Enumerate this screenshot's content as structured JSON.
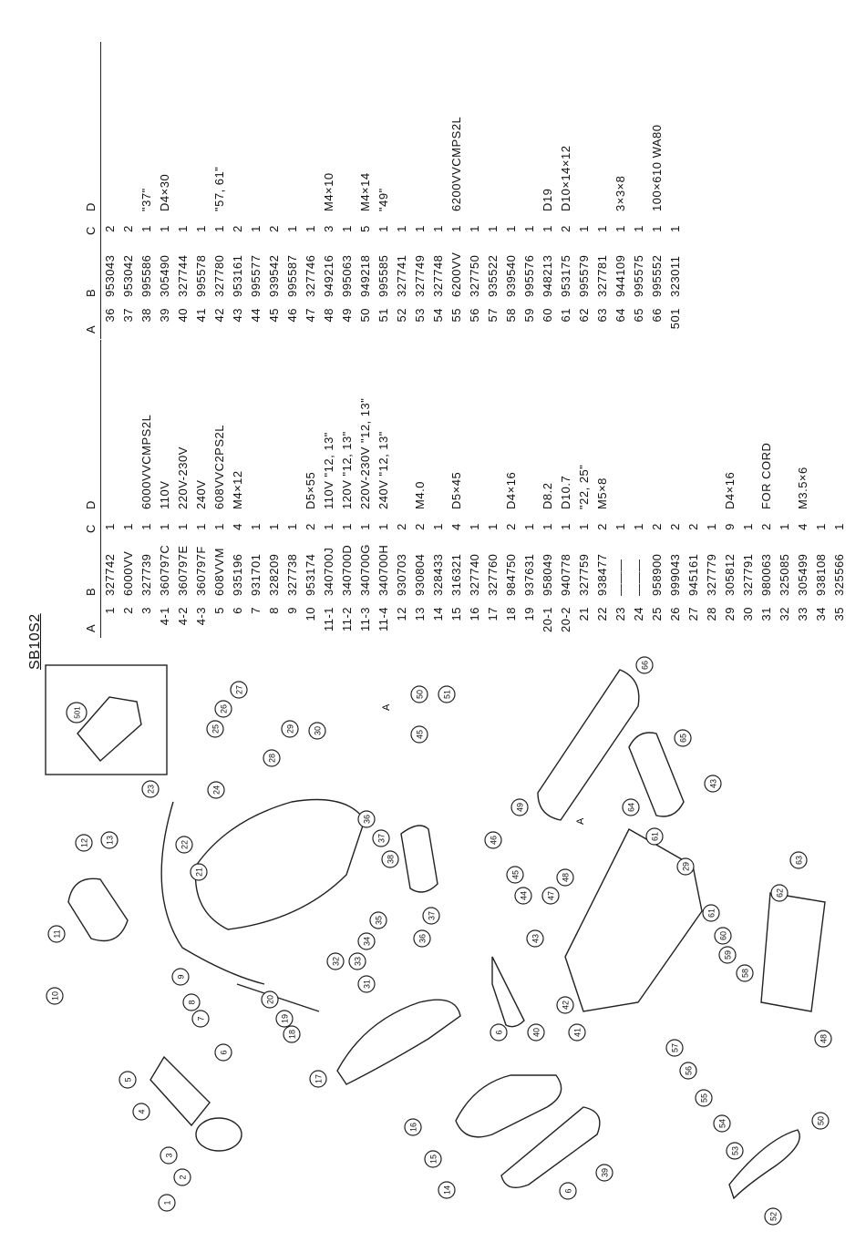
{
  "model": "SB10S2",
  "headers": [
    "A",
    "B",
    "C",
    "D"
  ],
  "left_table": [
    {
      "a": "1",
      "b": "327742",
      "c": "1",
      "d": ""
    },
    {
      "a": "2",
      "b": "6000VV",
      "c": "1",
      "d": ""
    },
    {
      "a": "3",
      "b": "327739",
      "c": "1",
      "d": "6000VVCMPS2L"
    },
    {
      "a": "4-1",
      "b": "360797C",
      "c": "1",
      "d": "110V"
    },
    {
      "a": "4-2",
      "b": "360797E",
      "c": "1",
      "d": "220V-230V"
    },
    {
      "a": "4-3",
      "b": "360797F",
      "c": "1",
      "d": "240V"
    },
    {
      "a": "5",
      "b": "608VVM",
      "c": "1",
      "d": "608VVC2PS2L"
    },
    {
      "a": "6",
      "b": "935196",
      "c": "4",
      "d": "M4×12"
    },
    {
      "a": "7",
      "b": "931701",
      "c": "1",
      "d": ""
    },
    {
      "a": "8",
      "b": "328209",
      "c": "1",
      "d": ""
    },
    {
      "a": "9",
      "b": "327738",
      "c": "1",
      "d": ""
    },
    {
      "a": "10",
      "b": "953174",
      "c": "2",
      "d": "D5×55"
    },
    {
      "a": "11-1",
      "b": "340700J",
      "c": "1",
      "d": "110V  \"12,  13\""
    },
    {
      "a": "11-2",
      "b": "340700D",
      "c": "1",
      "d": "120V  \"12,  13\""
    },
    {
      "a": "11-3",
      "b": "340700G",
      "c": "1",
      "d": "220V-230V  \"12,  13\""
    },
    {
      "a": "11-4",
      "b": "340700H",
      "c": "1",
      "d": "240V  \"12,  13\""
    },
    {
      "a": "12",
      "b": "930703",
      "c": "2",
      "d": ""
    },
    {
      "a": "13",
      "b": "930804",
      "c": "2",
      "d": "M4.0"
    },
    {
      "a": "14",
      "b": "328433",
      "c": "1",
      "d": ""
    },
    {
      "a": "15",
      "b": "316321",
      "c": "4",
      "d": "D5×45"
    },
    {
      "a": "16",
      "b": "327740",
      "c": "1",
      "d": ""
    },
    {
      "a": "17",
      "b": "327760",
      "c": "1",
      "d": ""
    },
    {
      "a": "18",
      "b": "984750",
      "c": "2",
      "d": "D4×16"
    },
    {
      "a": "19",
      "b": "937631",
      "c": "1",
      "d": ""
    },
    {
      "a": "20-1",
      "b": "958049",
      "c": "1",
      "d": "D8.2"
    },
    {
      "a": "20-2",
      "b": "940778",
      "c": "1",
      "d": "D10.7"
    },
    {
      "a": "21",
      "b": "327759",
      "c": "1",
      "d": "\"22,  25\""
    },
    {
      "a": "22",
      "b": "938477",
      "c": "2",
      "d": "M5×8"
    },
    {
      "a": "23",
      "b": "———",
      "c": "1",
      "d": ""
    },
    {
      "a": "24",
      "b": "———",
      "c": "1",
      "d": ""
    },
    {
      "a": "25",
      "b": "958900",
      "c": "2",
      "d": ""
    },
    {
      "a": "26",
      "b": "999043",
      "c": "2",
      "d": ""
    },
    {
      "a": "27",
      "b": "945161",
      "c": "2",
      "d": ""
    },
    {
      "a": "28",
      "b": "327779",
      "c": "1",
      "d": ""
    },
    {
      "a": "29",
      "b": "305812",
      "c": "9",
      "d": "D4×16"
    },
    {
      "a": "30",
      "b": "327791",
      "c": "1",
      "d": ""
    },
    {
      "a": "31",
      "b": "980063",
      "c": "2",
      "d": "FOR  CORD"
    },
    {
      "a": "32",
      "b": "325085",
      "c": "1",
      "d": ""
    },
    {
      "a": "33",
      "b": "305499",
      "c": "4",
      "d": "M3.5×6"
    },
    {
      "a": "34",
      "b": "938108",
      "c": "1",
      "d": ""
    },
    {
      "a": "35",
      "b": "325566",
      "c": "1",
      "d": ""
    }
  ],
  "right_table": [
    {
      "a": "36",
      "b": "953043",
      "c": "2",
      "d": ""
    },
    {
      "a": "37",
      "b": "953042",
      "c": "2",
      "d": ""
    },
    {
      "a": "38",
      "b": "995586",
      "c": "1",
      "d": "\"37\""
    },
    {
      "a": "39",
      "b": "305490",
      "c": "1",
      "d": "D4×30"
    },
    {
      "a": "40",
      "b": "327744",
      "c": "1",
      "d": ""
    },
    {
      "a": "41",
      "b": "995578",
      "c": "1",
      "d": ""
    },
    {
      "a": "42",
      "b": "327780",
      "c": "1",
      "d": "\"57,  61\""
    },
    {
      "a": "43",
      "b": "953161",
      "c": "2",
      "d": ""
    },
    {
      "a": "44",
      "b": "995577",
      "c": "1",
      "d": ""
    },
    {
      "a": "45",
      "b": "939542",
      "c": "2",
      "d": ""
    },
    {
      "a": "46",
      "b": "995587",
      "c": "1",
      "d": ""
    },
    {
      "a": "47",
      "b": "327746",
      "c": "1",
      "d": ""
    },
    {
      "a": "48",
      "b": "949216",
      "c": "3",
      "d": "M4×10"
    },
    {
      "a": "49",
      "b": "995063",
      "c": "1",
      "d": ""
    },
    {
      "a": "50",
      "b": "949218",
      "c": "5",
      "d": "M4×14"
    },
    {
      "a": "51",
      "b": "995585",
      "c": "1",
      "d": "\"49\""
    },
    {
      "a": "52",
      "b": "327741",
      "c": "1",
      "d": ""
    },
    {
      "a": "53",
      "b": "327749",
      "c": "1",
      "d": ""
    },
    {
      "a": "54",
      "b": "327748",
      "c": "1",
      "d": ""
    },
    {
      "a": "55",
      "b": "6200VV",
      "c": "1",
      "d": "6200VVCMPS2L"
    },
    {
      "a": "56",
      "b": "327750",
      "c": "1",
      "d": ""
    },
    {
      "a": "57",
      "b": "935522",
      "c": "1",
      "d": ""
    },
    {
      "a": "58",
      "b": "939540",
      "c": "1",
      "d": ""
    },
    {
      "a": "59",
      "b": "995576",
      "c": "1",
      "d": ""
    },
    {
      "a": "60",
      "b": "948213",
      "c": "1",
      "d": "D19"
    },
    {
      "a": "61",
      "b": "953175",
      "c": "2",
      "d": "D10×14×12"
    },
    {
      "a": "62",
      "b": "995579",
      "c": "1",
      "d": ""
    },
    {
      "a": "63",
      "b": "327781",
      "c": "1",
      "d": ""
    },
    {
      "a": "64",
      "b": "944109",
      "c": "1",
      "d": "3×3×8"
    },
    {
      "a": "65",
      "b": "995575",
      "c": "1",
      "d": ""
    },
    {
      "a": "66",
      "b": "995552",
      "c": "1",
      "d": "100×610  WA80"
    },
    {
      "a": "501",
      "b": "323011",
      "c": "1",
      "d": ""
    }
  ],
  "diagram_labels": [
    "1",
    "2",
    "3",
    "4",
    "5",
    "6",
    "7",
    "8",
    "9",
    "10",
    "11",
    "12",
    "13",
    "14",
    "15",
    "16",
    "17",
    "18",
    "19",
    "20",
    "21",
    "22",
    "23",
    "24",
    "25",
    "26",
    "27",
    "28",
    "29",
    "30",
    "31",
    "32",
    "33",
    "34",
    "35",
    "36",
    "37",
    "38",
    "39",
    "40",
    "41",
    "42",
    "43",
    "44",
    "45",
    "46",
    "47",
    "48",
    "49",
    "50",
    "51",
    "52",
    "53",
    "54",
    "55",
    "56",
    "57",
    "58",
    "59",
    "60",
    "61",
    "62",
    "63",
    "64",
    "65",
    "66",
    "501"
  ],
  "diagram_marks": [
    "A",
    "A"
  ]
}
